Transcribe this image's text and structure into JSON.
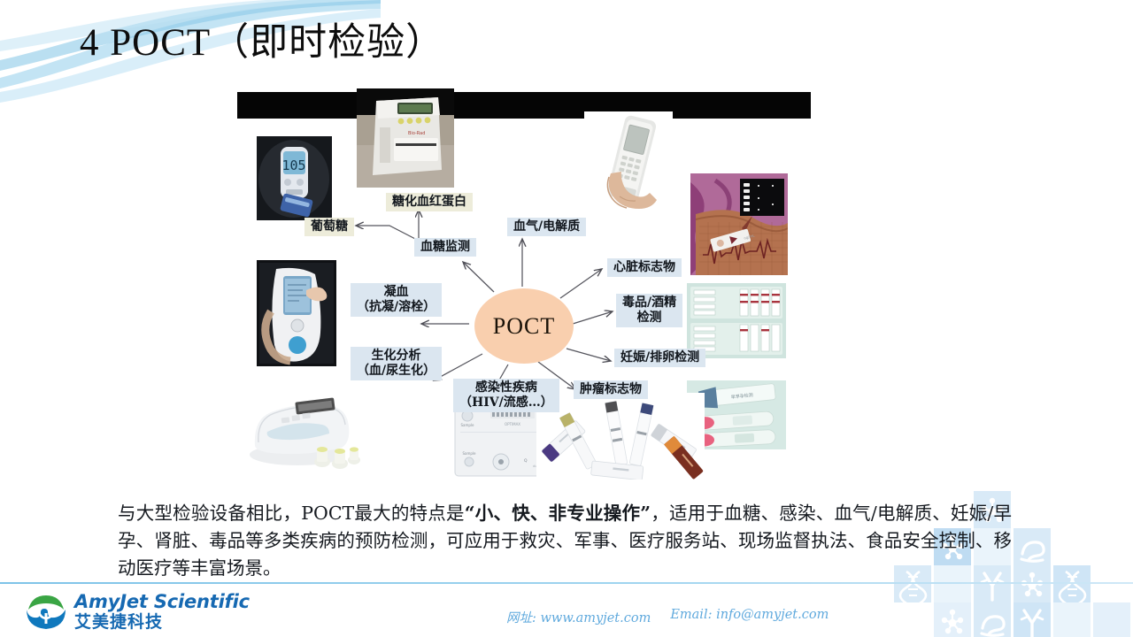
{
  "slide": {
    "title": "4  POCT（即时检验）",
    "center_node": "POCT"
  },
  "diagram": {
    "labels": {
      "hba1c": "糖化血红蛋白",
      "glucose": "葡萄糖",
      "blood_glucose_monitoring": "血糖监测",
      "blood_gas": "血气/电解质",
      "cardiac": "心脏标志物",
      "coagulation_l1": "凝血",
      "coagulation_l2": "（抗凝/溶栓）",
      "drug_alcohol_l1": "毒品/酒精",
      "drug_alcohol_l2": "检测",
      "biochemistry_l1": "生化分析",
      "biochemistry_l2": "（血/尿生化）",
      "pregnancy": "妊娠/排卵检测",
      "infectious_l1": "感染性疾病",
      "infectious_l2": "（HIV/流感…）",
      "tumor": "肿瘤标志物"
    },
    "photo_names": {
      "glucometer": "血糖仪",
      "hba1c_analyzer": "糖化血红蛋白分析仪",
      "handheld_analyzer": "手持式血气分析仪",
      "cardiac_test": "心脏标志物检测",
      "coagulation_meter": "凝血检测仪",
      "drug_panel": "毒品检测板",
      "pregnancy_test": "妊娠试纸",
      "biochem_analyzer": "生化分析仪",
      "infectious_device": "感染性疾病检测仪",
      "tumor_strips": "肿瘤标志物试纸"
    }
  },
  "body": {
    "p1": "与大型检验设备相比，POCT最大的特点是",
    "quote": "“小、快、非专业操作”",
    "p2": "，适用于血糖、感染、血气/电解质、妊娠/早孕、肾脏、毒品等多类疾病的预防检测，可应用于救灾、军事、医疗服务站、现场监督执法、食品安全控制、移动医疗等丰富场景。"
  },
  "footer": {
    "logo_en": "AmyJet Scientific",
    "logo_cn": "艾美捷科技",
    "website": "网址: www.amyjet.com",
    "email": "Email: info@amyjet.com"
  },
  "colors": {
    "label_blue": "#dbe6f0",
    "label_cream": "#edecda",
    "center_oval": "#f9cfae",
    "brand_blue": "#1669b2",
    "brand_green": "#3aa544",
    "wave_blue": "#a8d8ee",
    "contact_blue": "#5fa9dd"
  }
}
